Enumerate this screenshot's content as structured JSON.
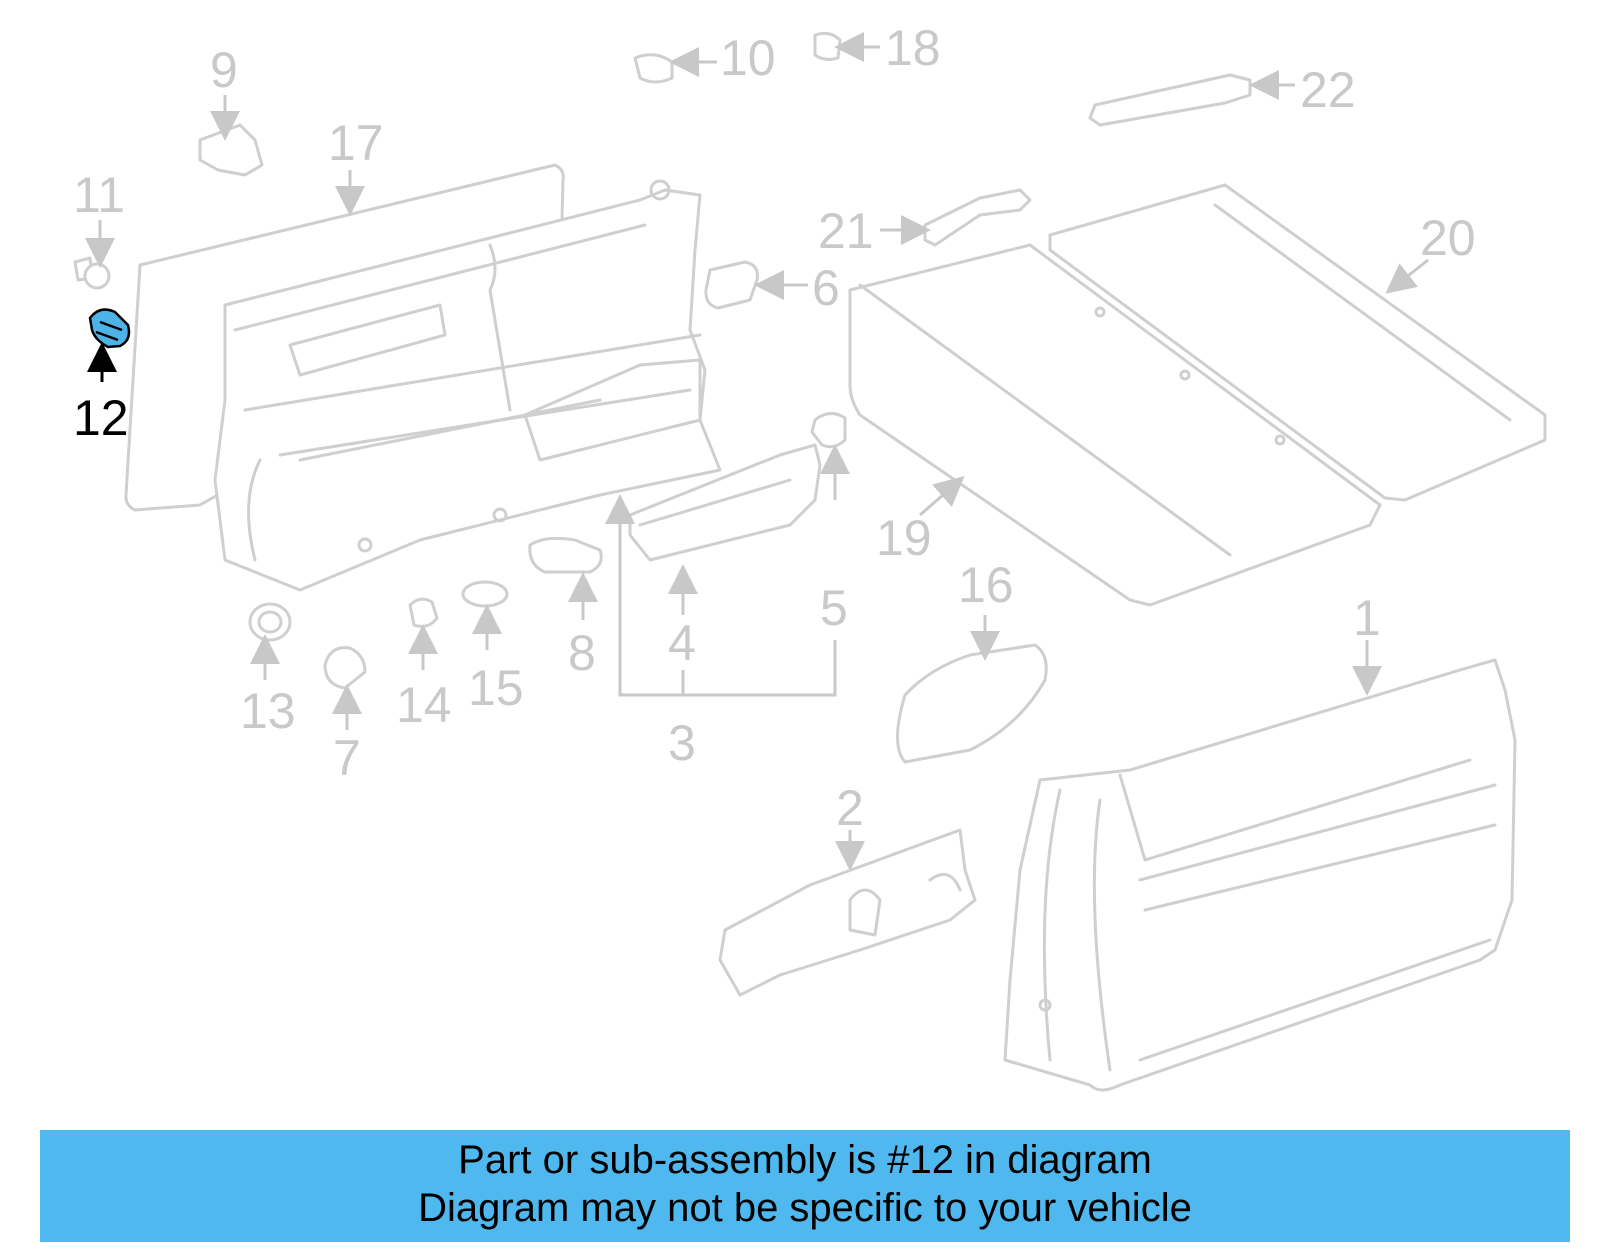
{
  "diagram": {
    "callouts": {
      "c1": "1",
      "c2": "2",
      "c3": "3",
      "c4": "4",
      "c5": "5",
      "c6": "6",
      "c7": "7",
      "c8": "8",
      "c9": "9",
      "c10": "10",
      "c11": "11",
      "c12": "12",
      "c13": "13",
      "c14": "14",
      "c15": "15",
      "c16": "16",
      "c17": "17",
      "c18": "18",
      "c19": "19",
      "c20": "20",
      "c21": "21",
      "c22": "22"
    },
    "highlighted_part": "12",
    "colors": {
      "highlight": "#4db3e6",
      "part_stroke": "#cfcfcf",
      "banner": "#4fb8ee"
    }
  },
  "banner": {
    "line1": "Part or sub-assembly is #12 in diagram",
    "line2": "Diagram may not be specific to your vehicle"
  }
}
